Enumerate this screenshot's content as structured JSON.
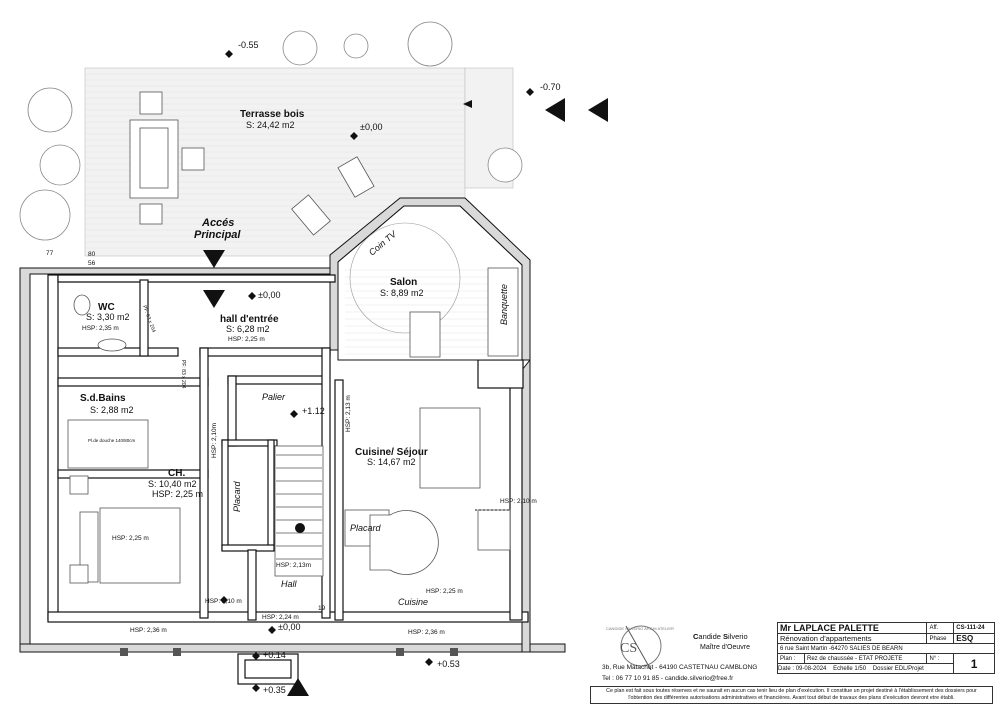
{
  "terrace": {
    "name": "Terrasse bois",
    "area": "S: 24,42 m2"
  },
  "entrance": {
    "line1": "Accés",
    "line2": "Principal"
  },
  "rooms": {
    "wc": {
      "name": "WC",
      "area": "S: 3,30 m2",
      "hsp": "HSP: 2,35 m"
    },
    "hall_entree": {
      "name": "hall d'entrée",
      "area": "S: 6,28 m2",
      "hsp": "HSP: 2,25 m"
    },
    "salon": {
      "name": "Salon",
      "area": "S: 8,89 m2"
    },
    "sdb": {
      "name": "S.d.Bains",
      "area": "S: 2,88 m2"
    },
    "palier": {
      "name": "Palier"
    },
    "chambre": {
      "name": "CH.",
      "area": "S: 10,40 m2",
      "hsp": "HSP: 2,25 m"
    },
    "cuisine": {
      "name": "Cuisine/ Séjour",
      "area": "S: 14,67 m2"
    },
    "hall": {
      "name": "Hall"
    },
    "placard_left": {
      "name": "Placard"
    },
    "placard_right": {
      "name": "Placard"
    },
    "cuisine_label": {
      "name": "Cuisine"
    }
  },
  "labels": {
    "coin_tv": "Coin TV",
    "banquette": "Banquette",
    "pf_wc": "PF: 63 x 204",
    "pf_hall": "PF: 83 x 204",
    "douche": "Pl.de douche 140/80cm"
  },
  "levels": {
    "top": "-0.55",
    "right": "-0.70",
    "terrace": "±0,00",
    "hall_entree": "±0,00",
    "palier": "+1.12",
    "hall": "±0,00",
    "step_mid": "+0.14",
    "step_bottom": "+0.35",
    "right_bottom": "+0.53"
  },
  "heights": {
    "sdb_wall": "HSP: 2,10m",
    "cuisine_wall": "HSP: 2,13 m",
    "cuisine_right": "HSP: 2,10 m",
    "bed": "HSP: 2,25 m",
    "hall_top": "HSP: 2,13m",
    "hall_bottom": "HSP: 2,24 m",
    "ch_bottom": "HSP: 2,10 m",
    "ch_window": "HSP: 2,36 m",
    "cuisine_window": "HSP: 2,36 m",
    "cuisine_floor": "HSP: 2,25 m"
  },
  "dims": {
    "d77": "77",
    "d80": "80",
    "d56": "56",
    "d19": "19"
  },
  "architect": {
    "name_prefix": "C",
    "name_rest1": "andide ",
    "name_prefix2": "S",
    "name_rest2": "ilverio",
    "role": "Maître d'Oeuvre",
    "address": "3b, Rue  Matachot  -  64190 CASTETNAU CAMBLONG",
    "phone": "Tel : 06 77 10 91 85   -   candide.silverio@free.fr",
    "logo_text": "CANDIDE SILVERIO ARCHI ATELIER"
  },
  "title_block": {
    "client": "Mr LAPLACE PALETTE",
    "aff_label": "Aff.",
    "aff_value": "CS-111-24",
    "project": "Rénovation d'appartements",
    "phase_label": "Phase",
    "phase_value": "ESQ",
    "address": "6 rue Saint Martin -64270 SALIES DE BEARN",
    "plan_label": "Plan :",
    "plan_value": "Rez de chaussée - ETAT PROJETE",
    "num_label": "N° :",
    "num_value": "1",
    "date_label": "Date :",
    "date_value": "09-08-2024",
    "scale_label": "Echelle",
    "scale_value": "1/50",
    "folder_label": "Dossier",
    "folder_value": "EDL/Projet"
  },
  "disclaimer": {
    "line1": "Ce plan est fait sous toutes réserves et ne saurait en aucun cas tenir lieu de plan d'exécution. Il constitue un projet destiné à l'établissement des dossiers pour",
    "line2": "l'obtention des différentes autorisations administratives et financières. Avant tout début de travaux des plans d'exécution devront etre établi."
  }
}
